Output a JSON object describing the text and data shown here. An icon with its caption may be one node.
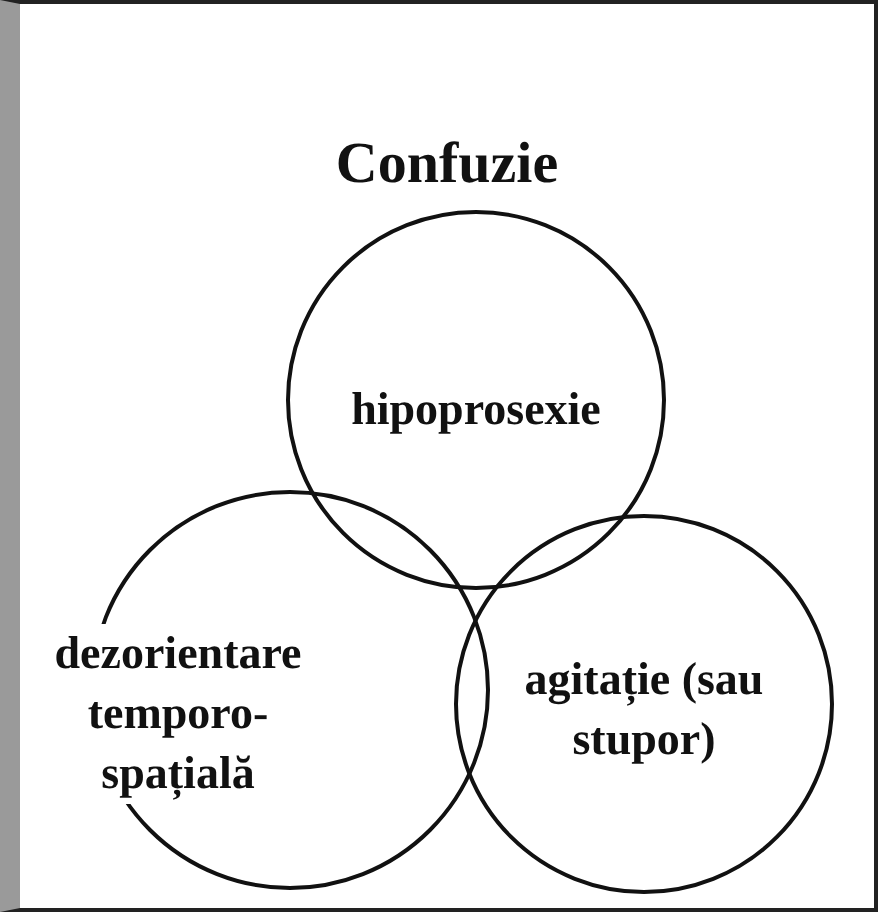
{
  "diagram": {
    "nodes": [
      {
        "text": [
          "Confuzie"
        ]
      },
      {
        "text": [
          "hipoprosexie"
        ],
        "in": 0
      },
      {
        "text": [
          "dezorientare temporo-spațială"
        ],
        "in": 0
      },
      {
        "text": [
          "agitație (sau stupor)"
        ],
        "in": 0
      }
    ]
  }
}
